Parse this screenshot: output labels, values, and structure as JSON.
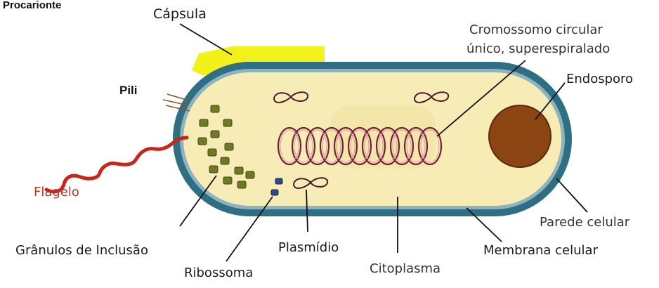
{
  "title": "Procarionte",
  "labels": {
    "capsula": "Cápsula",
    "pili": "Pili",
    "flagelo": "Flagelo",
    "granulos": "Grânulos de Inclusão",
    "ribossoma": "Ribossoma",
    "plasmidio": "Plasmídio",
    "citoplasma": "Citoplasma",
    "membrana": "Membrana celular",
    "parede": "Parede celular",
    "endosporo": "Endosporo",
    "cromossomo_line1": "Cromossomo circular",
    "cromossomo_line2": "único, superespiralado"
  },
  "colors": {
    "cell_wall": "#2f6f83",
    "cytoplasm": "#f7ecb5",
    "capsule": "#f2f21a",
    "endospore": "#8b4513",
    "granules": "#6e7a24",
    "ribosome": "#2a4a8a",
    "flagellum": "#c8261a",
    "chromosome": "#7a1f3a",
    "flagelo_label": "#b53a2b"
  }
}
